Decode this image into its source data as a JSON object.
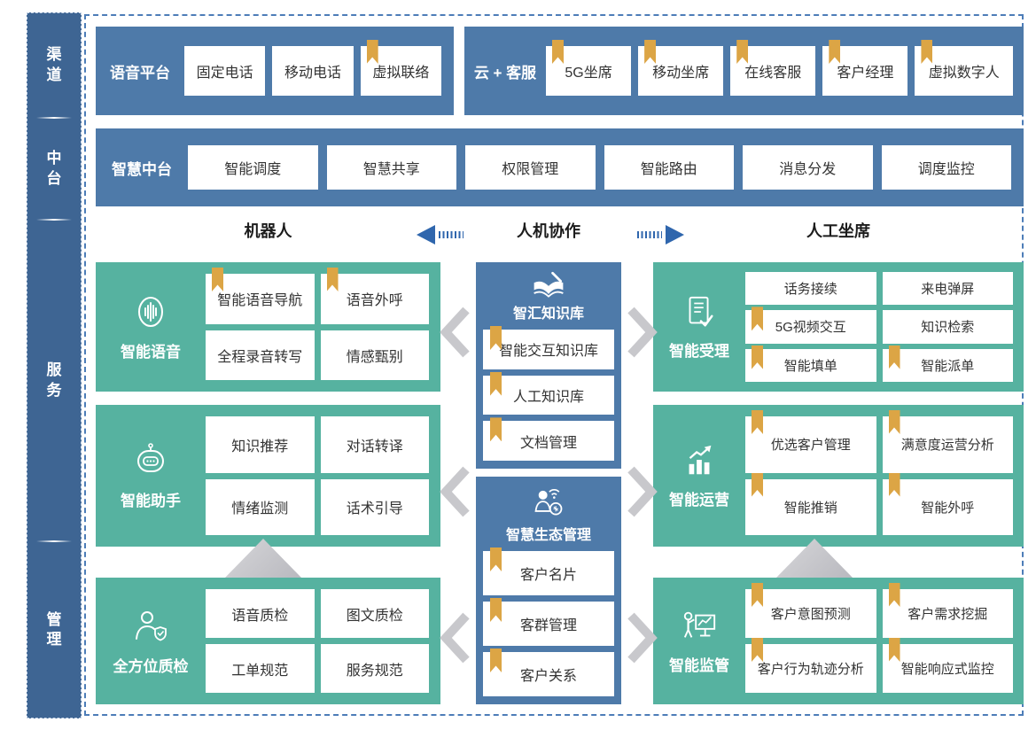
{
  "palette": {
    "band_blue": "#4e7aa9",
    "sidebar_blue": "#3e6593",
    "teal": "#56b2a0",
    "bookmark_gold": "#dca545",
    "arrow_blue": "#2f66ad",
    "connector_gray": "#c8c8cc",
    "frame_dash_blue": "#4d7db8"
  },
  "sidebar": {
    "items": [
      {
        "label": "渠道"
      },
      {
        "label": "中台"
      },
      {
        "label": "服务"
      },
      {
        "label": "管理"
      }
    ]
  },
  "channel_row": {
    "voice_platform": {
      "title": "语音平台",
      "items": [
        {
          "label": "固定电话",
          "bookmark": false
        },
        {
          "label": "移动电话",
          "bookmark": false
        },
        {
          "label": "虚拟联络",
          "bookmark": true
        }
      ]
    },
    "cloud_service": {
      "title": "云 + 客服",
      "items": [
        {
          "label": "5G坐席",
          "bookmark": true
        },
        {
          "label": "移动坐席",
          "bookmark": true
        },
        {
          "label": "在线客服",
          "bookmark": true
        },
        {
          "label": "客户经理",
          "bookmark": true
        },
        {
          "label": "虚拟数字人",
          "bookmark": true
        }
      ]
    }
  },
  "platform_row": {
    "title": "智慧中台",
    "items": [
      {
        "label": "智能调度"
      },
      {
        "label": "智慧共享"
      },
      {
        "label": "权限管理"
      },
      {
        "label": "智能路由"
      },
      {
        "label": "消息分发"
      },
      {
        "label": "调度监控"
      }
    ]
  },
  "collab_header": {
    "left": "机器人",
    "center": "人机协作",
    "right": "人工坐席"
  },
  "robot_column": [
    {
      "title": "智能语音",
      "icon": "voice-icon",
      "items": [
        {
          "label": "智能语音导航",
          "bookmark": true
        },
        {
          "label": "语音外呼",
          "bookmark": true
        },
        {
          "label": "全程录音转写",
          "bookmark": false
        },
        {
          "label": "情感甄别",
          "bookmark": false
        }
      ]
    },
    {
      "title": "智能助手",
      "icon": "assistant-robot-icon",
      "items": [
        {
          "label": "知识推荐",
          "bookmark": false
        },
        {
          "label": "对话转译",
          "bookmark": false
        },
        {
          "label": "情绪监测",
          "bookmark": false
        },
        {
          "label": "话术引导",
          "bookmark": false
        }
      ]
    },
    {
      "title": "全方位质检",
      "icon": "quality-check-icon",
      "items": [
        {
          "label": "语音质检",
          "bookmark": false
        },
        {
          "label": "图文质检",
          "bookmark": false
        },
        {
          "label": "工单规范",
          "bookmark": false
        },
        {
          "label": "服务规范",
          "bookmark": false
        }
      ]
    }
  ],
  "center_column": [
    {
      "title": "智汇知识库",
      "icon": "knowledge-base-icon",
      "items": [
        {
          "label": "智能交互知识库",
          "bookmark": true
        },
        {
          "label": "人工知识库",
          "bookmark": true
        },
        {
          "label": "文档管理",
          "bookmark": true
        }
      ]
    },
    {
      "title": "智慧生态管理",
      "icon": "ecosystem-icon",
      "items": [
        {
          "label": "客户名片",
          "bookmark": true
        },
        {
          "label": "客群管理",
          "bookmark": true
        },
        {
          "label": "客户关系",
          "bookmark": true
        }
      ]
    }
  ],
  "agent_column": [
    {
      "title": "智能受理",
      "icon": "acceptance-icon",
      "items": [
        {
          "label": "话务接续",
          "bookmark": false
        },
        {
          "label": "来电弹屏",
          "bookmark": false
        },
        {
          "label": "5G视频交互",
          "bookmark": true
        },
        {
          "label": "知识检索",
          "bookmark": false
        },
        {
          "label": "智能填单",
          "bookmark": true
        },
        {
          "label": "智能派单",
          "bookmark": true
        }
      ]
    },
    {
      "title": "智能运营",
      "icon": "operations-icon",
      "items": [
        {
          "label": "优选客户管理",
          "bookmark": true
        },
        {
          "label": "满意度运营分析",
          "bookmark": true
        },
        {
          "label": "智能推销",
          "bookmark": true
        },
        {
          "label": "智能外呼",
          "bookmark": true
        }
      ]
    },
    {
      "title": "智能监管",
      "icon": "supervision-icon",
      "items": [
        {
          "label": "客户意图预测",
          "bookmark": true
        },
        {
          "label": "客户需求挖掘",
          "bookmark": true
        },
        {
          "label": "客户行为轨迹分析",
          "bookmark": true
        },
        {
          "label": "智能响应式监控",
          "bookmark": true
        }
      ]
    }
  ]
}
